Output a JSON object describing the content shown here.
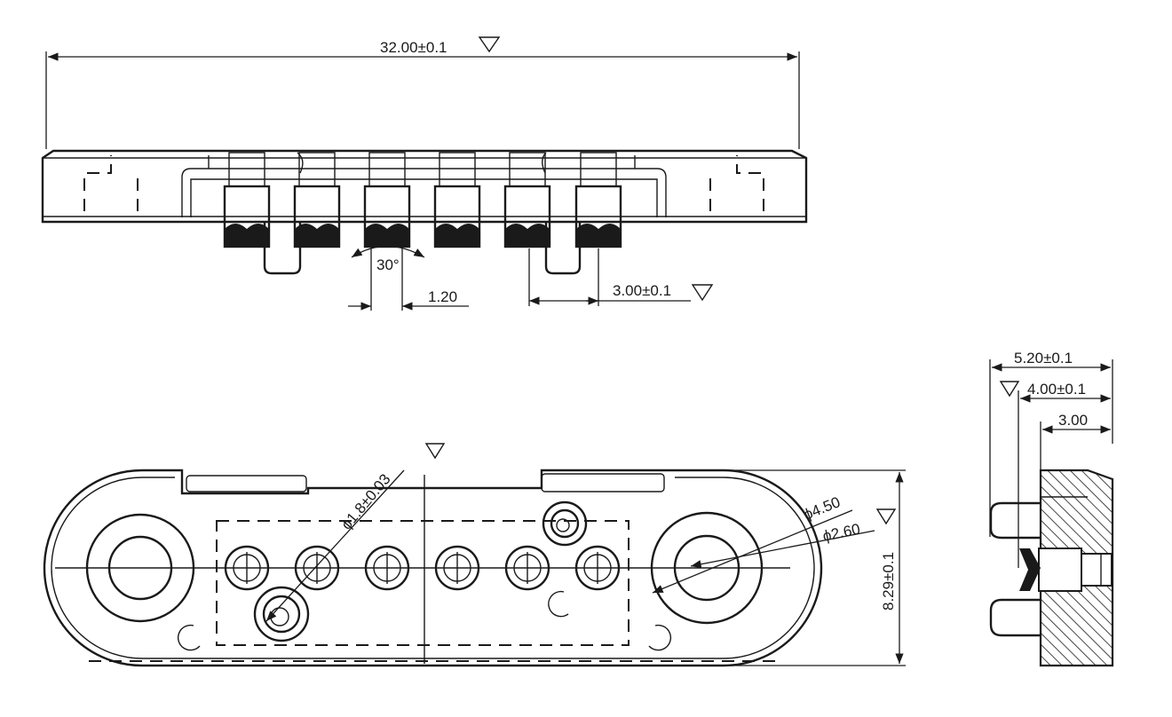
{
  "drawing": {
    "top_view": {
      "overall_length": "32.00±0.1",
      "angle": "30°",
      "slot_width": "1.20",
      "pitch": "3.00±0.1"
    },
    "bottom_view": {
      "small_hole_dia": "ϕ1.8±0.03",
      "boss_dia": "ϕ4.50",
      "bore_dia": "ϕ2.60",
      "overall_height": "8.29±0.1"
    },
    "side_view": {
      "overall_depth": "5.20±0.1",
      "body_depth": "4.00±0.1",
      "pin_depth": "3.00"
    },
    "pin_count": 6
  }
}
